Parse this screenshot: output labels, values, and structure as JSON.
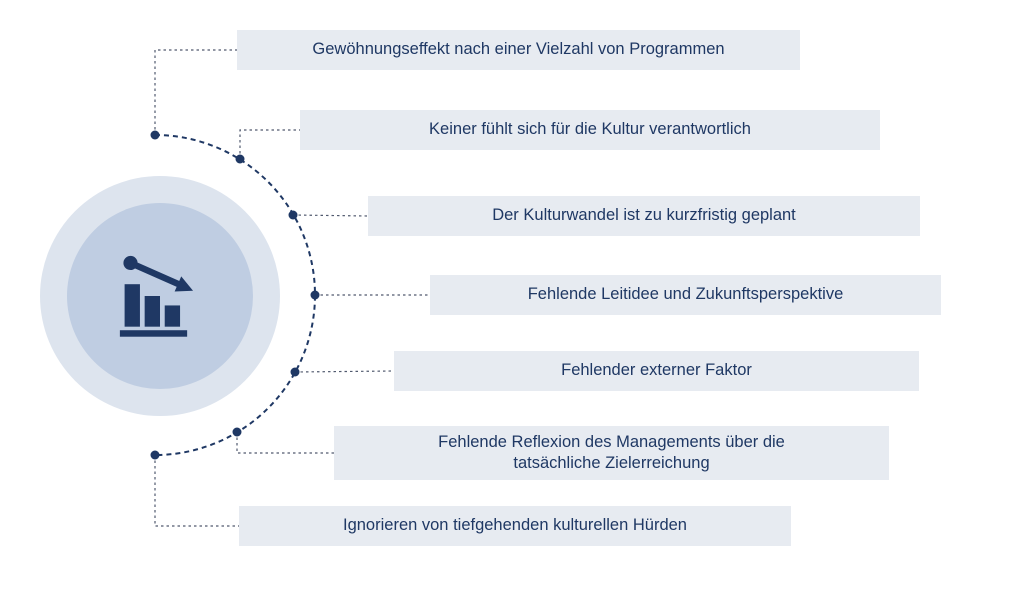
{
  "diagram": {
    "type": "radial-list-diagram",
    "center_icon": "declining-bar-chart-icon",
    "colors": {
      "box_background": "#e7ebf1",
      "text": "#1f3864",
      "navy_accent": "#1f3864",
      "circle_outer": "#dde4ee",
      "circle_inner": "#bfcde2",
      "background": "#ffffff"
    },
    "items": [
      "Gewöhnungseffekt nach einer Vielzahl von Programmen",
      "Keiner fühlt sich für die Kultur verantwortlich",
      "Der Kulturwandel ist zu kurzfristig geplant",
      "Fehlende Leitidee und Zukunftsperspektive",
      "Fehlender externer Faktor",
      "Fehlende Reflexion des Managements über die tatsächliche Zielerreichung",
      "Ignorieren von tiefgehenden kulturellen Hürden"
    ]
  }
}
